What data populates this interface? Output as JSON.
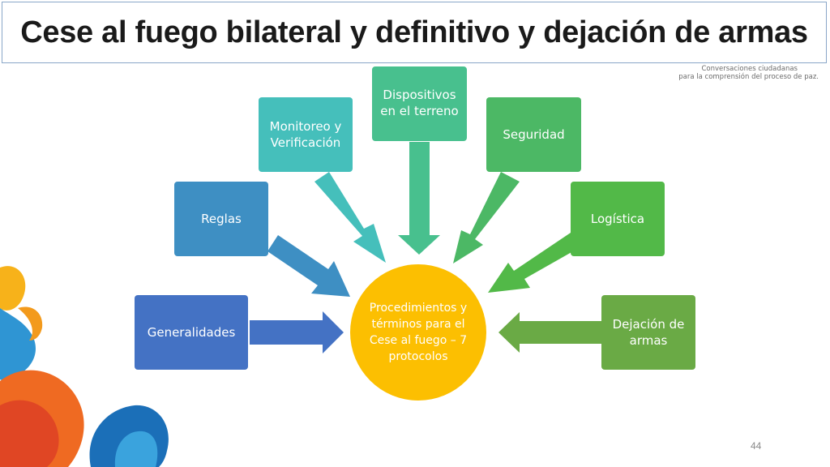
{
  "slide": {
    "title": "Cese al fuego bilateral y definitivo y dejación de armas",
    "brand_line1": "Conversaciones ciudadanas",
    "brand_line2": "para la comprensión del proceso de paz.",
    "slide_number": "44"
  },
  "diagram": {
    "center": {
      "label": "Procedimientos y términos para el Cese al fuego – 7 protocolos",
      "color": "#fcbf01"
    },
    "nodes": [
      {
        "label": "Generalidades",
        "color": "#4472c4"
      },
      {
        "label": "Reglas",
        "color": "#3e8fc3"
      },
      {
        "label": "Monitoreo y Verificación",
        "color": "#45bfbb"
      },
      {
        "label": "Dispositivos en el terreno",
        "color": "#48c08e"
      },
      {
        "label": "Seguridad",
        "color": "#4cb865"
      },
      {
        "label": "Logística",
        "color": "#52b948"
      },
      {
        "label": "Dejación de armas",
        "color": "#6aaa45"
      }
    ]
  }
}
